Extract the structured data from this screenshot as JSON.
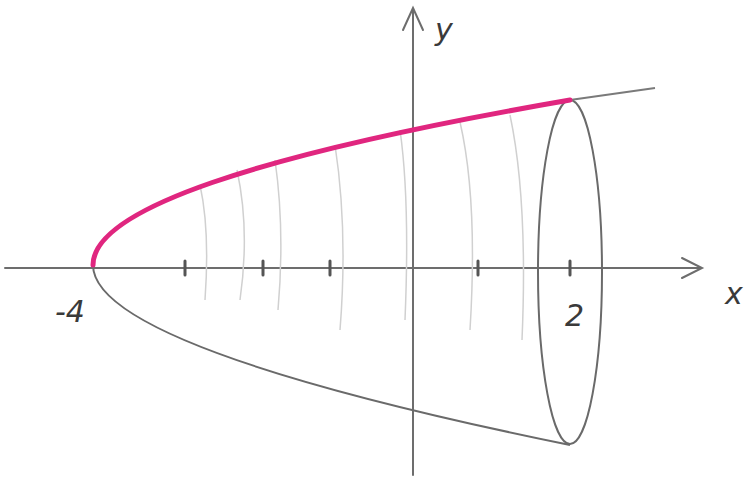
{
  "diagram": {
    "labels": [
      "y",
      "-4",
      "2",
      "x"
    ]
  }
}
